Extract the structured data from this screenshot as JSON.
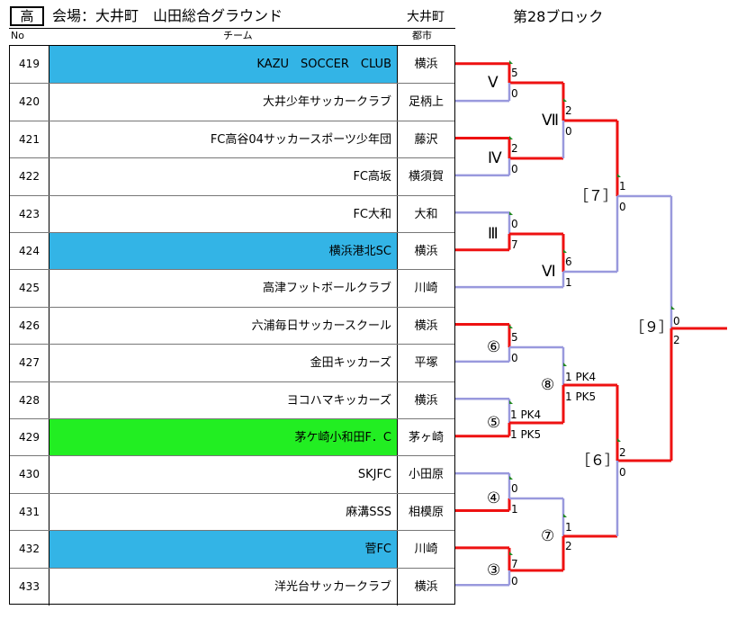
{
  "header": {
    "grade": "高",
    "venue": "会場：大井町　山田総合グラウンド",
    "town": "大井町",
    "block": "第28ブロック"
  },
  "columns": {
    "no": "No",
    "team": "チーム",
    "city": "都市"
  },
  "teams": [
    {
      "no": "419",
      "name": "KAZU　SOCCER　CLUB",
      "city": "横浜",
      "highlight": "blue"
    },
    {
      "no": "420",
      "name": "大井少年サッカークラブ",
      "city": "足柄上",
      "highlight": ""
    },
    {
      "no": "421",
      "name": "FC高谷04サッカースポーツ少年団",
      "city": "藤沢",
      "highlight": ""
    },
    {
      "no": "422",
      "name": "FC高坂",
      "city": "横須賀",
      "highlight": ""
    },
    {
      "no": "423",
      "name": "FC大和",
      "city": "大和",
      "highlight": ""
    },
    {
      "no": "424",
      "name": "横浜港北SC",
      "city": "横浜",
      "highlight": "blue"
    },
    {
      "no": "425",
      "name": "高津フットボールクラブ",
      "city": "川崎",
      "highlight": ""
    },
    {
      "no": "426",
      "name": "六浦毎日サッカースクール",
      "city": "横浜",
      "highlight": ""
    },
    {
      "no": "427",
      "name": "金田キッカーズ",
      "city": "平塚",
      "highlight": ""
    },
    {
      "no": "428",
      "name": "ヨコハマキッカーズ",
      "city": "横浜",
      "highlight": ""
    },
    {
      "no": "429",
      "name": "茅ケ崎小和田F．C",
      "city": "茅ヶ崎",
      "highlight": "green"
    },
    {
      "no": "430",
      "name": "SKJFC",
      "city": "小田原",
      "highlight": ""
    },
    {
      "no": "431",
      "name": "麻溝SSS",
      "city": "相模原",
      "highlight": ""
    },
    {
      "no": "432",
      "name": "菅FC",
      "city": "川崎",
      "highlight": "blue"
    },
    {
      "no": "433",
      "name": "洋光台サッカークラブ",
      "city": "横浜",
      "highlight": ""
    }
  ],
  "bracket": {
    "colors": {
      "winner": "#ee1111",
      "loser": "#9999dd",
      "blue_row": "#33b4e6",
      "green_row": "#22ee22",
      "marker": "#228822"
    },
    "matches": [
      {
        "label": "Ⅴ",
        "top": "5",
        "bottom": "0"
      },
      {
        "label": "Ⅳ",
        "top": "2",
        "bottom": "0"
      },
      {
        "label": "Ⅲ",
        "top": "0",
        "bottom": "7"
      },
      {
        "label": "Ⅶ",
        "top": "2",
        "bottom": "0"
      },
      {
        "label": "Ⅵ",
        "top": "6",
        "bottom": "1"
      },
      {
        "label": "［７］",
        "top": "1",
        "bottom": "0"
      },
      {
        "label": "⑥",
        "top": "5",
        "bottom": "0"
      },
      {
        "label": "⑤",
        "top": "1 PK4",
        "bottom": "1 PK5"
      },
      {
        "label": "⑧",
        "top": "1 PK4",
        "bottom": "1 PK5"
      },
      {
        "label": "④",
        "top": "0",
        "bottom": "1"
      },
      {
        "label": "③",
        "top": "7",
        "bottom": "0"
      },
      {
        "label": "⑦",
        "top": "1",
        "bottom": "2"
      },
      {
        "label": "［６］",
        "top": "2",
        "bottom": "0"
      },
      {
        "label": "［９］",
        "top": "0",
        "bottom": "2"
      }
    ]
  }
}
